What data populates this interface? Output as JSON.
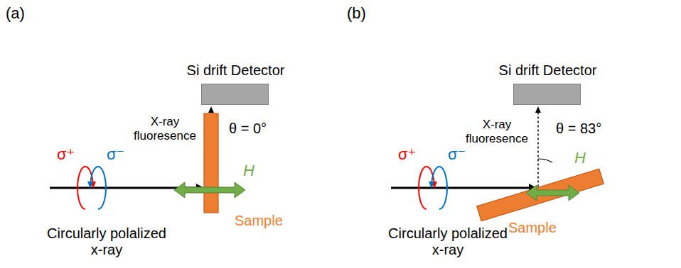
{
  "diagram": {
    "nodes": [
      {
        "text": [
          "Si drift Detector"
        ]
      },
      {
        "text": [
          "Sample"
        ]
      },
      {
        "text": [
          "Si drift Detector"
        ]
      },
      {
        "text": [
          "Sample"
        ]
      }
    ],
    "edges": [
      {
        "from": 1,
        "to": 0,
        "arrow": "to",
        "label": "X-ray fluoresence"
      },
      {
        "from": 3,
        "to": 2,
        "arrow": "to",
        "label": "X-ray fluoresence"
      }
    ],
    "labels": [
      "(a)",
      "(b)",
      "θ = 0°",
      "θ = 83°",
      "σ⁺",
      "σ⁻",
      "σ⁺",
      "σ⁻",
      "H",
      "H",
      "Circularly polalized x-ray",
      "Circularly polalized x-ray"
    ]
  }
}
